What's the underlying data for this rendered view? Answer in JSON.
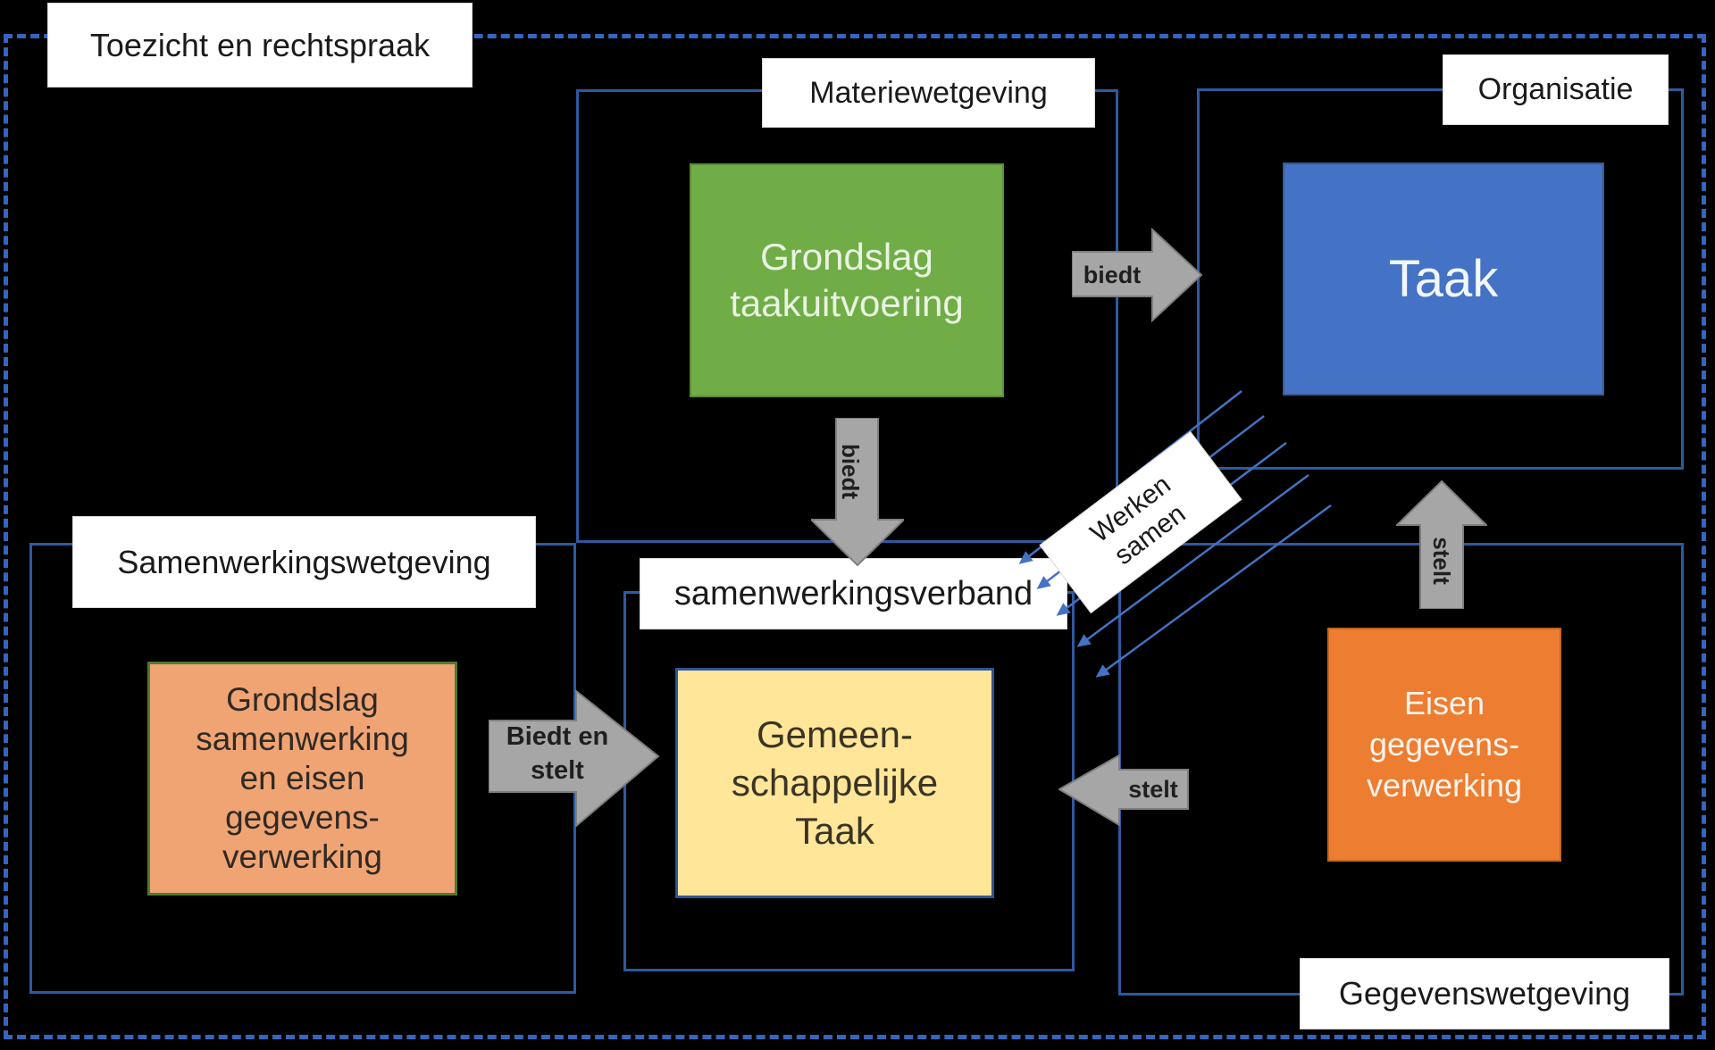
{
  "title": "Toezicht en rechtspraak",
  "regions": {
    "materiewetgeving": {
      "label": "Materiewetgeving"
    },
    "organisatie": {
      "label": "Organisatie"
    },
    "samenwerkingswetgeving": {
      "label": "Samenwerkingswetgeving"
    },
    "samenwerkingsverband": {
      "label": "samenwerkingsverband"
    },
    "gegevenswetgeving": {
      "label": "Gegevenswetgeving"
    }
  },
  "boxes": {
    "grondslag_taakuitvoering": {
      "lines": [
        "Grondslag",
        "taakuitvoering"
      ],
      "color": "#70ad47"
    },
    "taak": {
      "lines": [
        "Taak"
      ],
      "color": "#4472c4"
    },
    "grondslag_samenwerking": {
      "lines": [
        "Grondslag",
        "samenwerking",
        "en eisen",
        "gegevens-",
        "verwerking"
      ],
      "color": "#f0a474"
    },
    "gemeenschappelijke_taak": {
      "lines": [
        "Gemeen-",
        "schappelijke",
        "Taak"
      ],
      "color": "#ffe699"
    },
    "eisen_gegevensverwerking": {
      "lines": [
        "Eisen",
        "gegevens-",
        "verwerking"
      ],
      "color": "#ed7d31"
    }
  },
  "arrows": {
    "biedt_right": {
      "label": "biedt"
    },
    "biedt_down": {
      "label": "biedt"
    },
    "biedt_en_stelt": {
      "lines": [
        "Biedt en",
        "stelt"
      ]
    },
    "stelt_left": {
      "label": "stelt"
    },
    "stelt_up": {
      "label": "stelt"
    },
    "werken_samen": {
      "lines": [
        "Werken",
        "samen"
      ]
    }
  },
  "colors": {
    "background": "#000000",
    "dashed_border": "#3465c0",
    "region_border": "#2d5aa0",
    "label_background": "#ffffff",
    "label_text": "#1a1a1a",
    "arrow_fill": "#a6a6a6",
    "arrow_outline": "#7f7f7f",
    "arrow_text": "#1f1f1f",
    "connector_blue": "#4472c4",
    "green_box": "#70ad47",
    "blue_box": "#4472c4",
    "salmon_box": "#f0a474",
    "yellow_box": "#ffe699",
    "orange_box": "#ed7d31"
  }
}
